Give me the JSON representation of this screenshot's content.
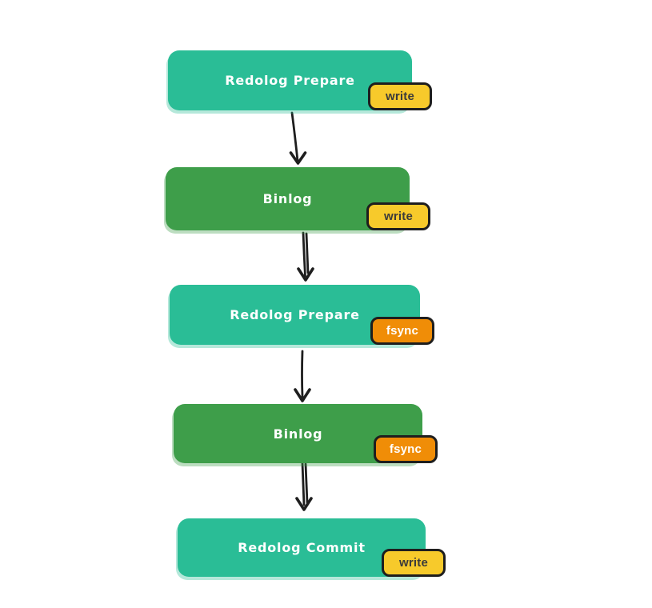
{
  "diagram": {
    "colors": {
      "teal": "#2abd96",
      "green": "#3e9e4a",
      "yellow": "#f7ca2b",
      "orange": "#f08d07",
      "stroke": "#1e1e1e",
      "node_text": "#ffffff",
      "badge_text_dark": "#3b3b3b",
      "badge_text_light": "#ffffff"
    },
    "nodes": [
      {
        "label": "Redolog Prepare",
        "variant": "teal",
        "badge": {
          "label": "write",
          "variant": "yellow"
        }
      },
      {
        "label": "Binlog",
        "variant": "green",
        "badge": {
          "label": "write",
          "variant": "yellow"
        }
      },
      {
        "label": "Redolog Prepare",
        "variant": "teal",
        "badge": {
          "label": "fsync",
          "variant": "orange"
        }
      },
      {
        "label": "Binlog",
        "variant": "green",
        "badge": {
          "label": "fsync",
          "variant": "orange"
        }
      },
      {
        "label": "Redolog Commit",
        "variant": "teal",
        "badge": {
          "label": "write",
          "variant": "yellow"
        }
      }
    ],
    "edges": [
      {
        "from": 0,
        "to": 1,
        "style": "single"
      },
      {
        "from": 1,
        "to": 2,
        "style": "double"
      },
      {
        "from": 2,
        "to": 3,
        "style": "single"
      },
      {
        "from": 3,
        "to": 4,
        "style": "double"
      }
    ]
  }
}
